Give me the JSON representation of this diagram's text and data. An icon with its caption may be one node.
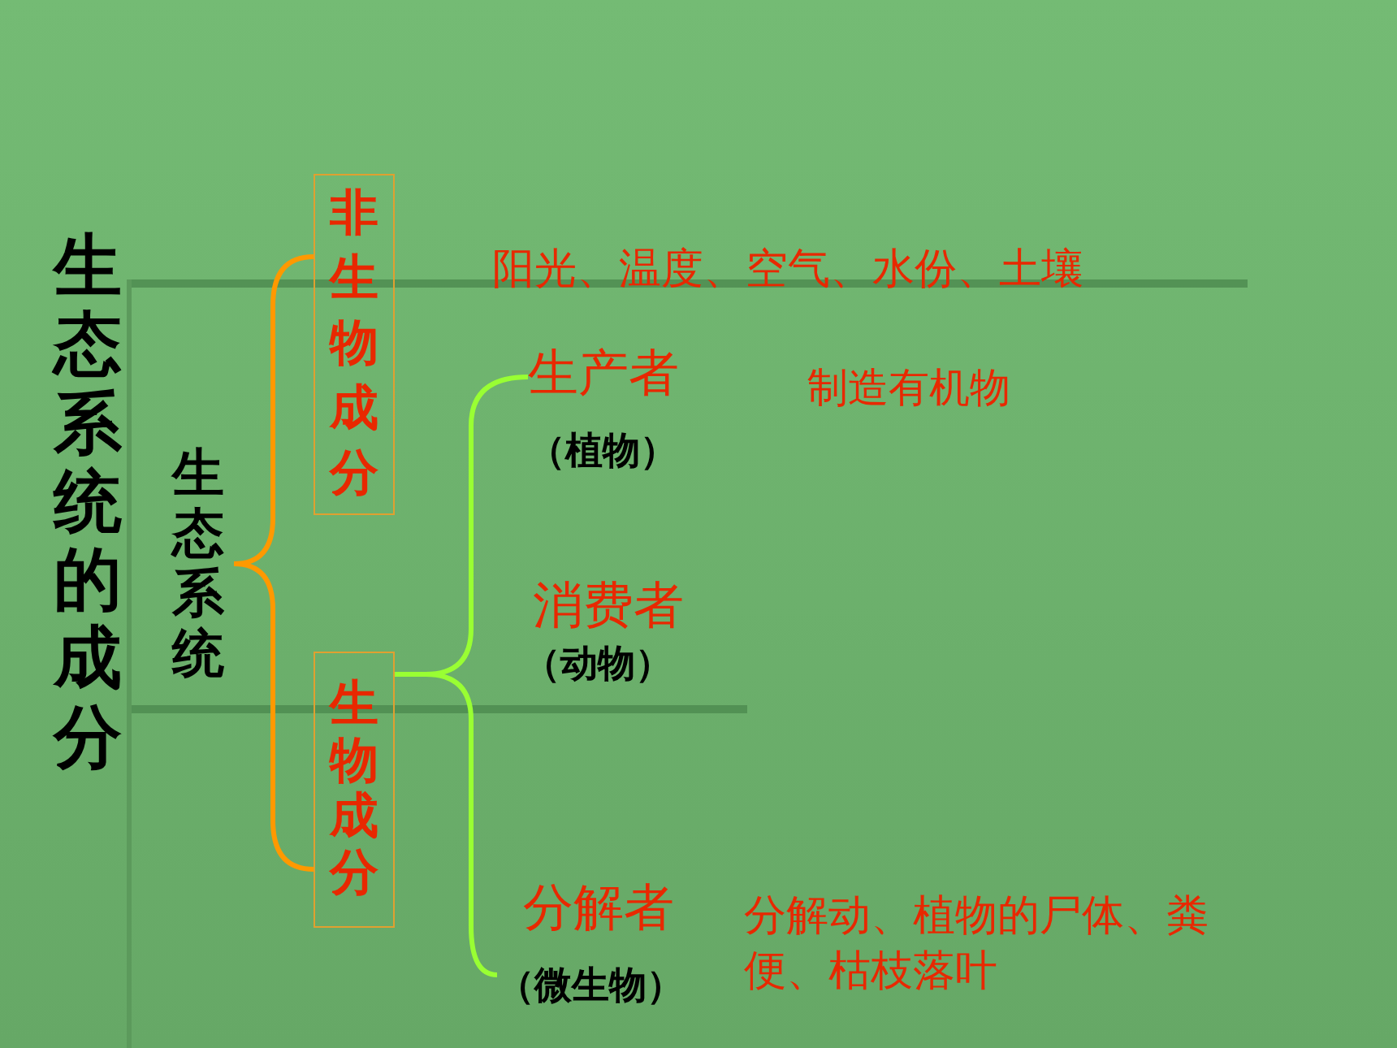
{
  "diagram": {
    "title": "生态系统的成分",
    "nodes": [
      {
        "text": [
          "生态系统"
        ]
      },
      {
        "text": [
          "非生物成分"
        ]
      },
      {
        "text": [
          "生物成分"
        ]
      },
      {
        "text": [
          "生产者",
          "（植物）"
        ]
      },
      {
        "text": [
          "消费者",
          "（动物）"
        ]
      },
      {
        "text": [
          "分解者",
          "（微生物）"
        ]
      }
    ],
    "edges": [
      {
        "from": 0,
        "to": 1,
        "arrow": "none",
        "color": "#ff9900"
      },
      {
        "from": 0,
        "to": 2,
        "arrow": "none",
        "color": "#ff9900"
      },
      {
        "from": 2,
        "to": 3,
        "arrow": "none",
        "color": "#99ff33"
      },
      {
        "from": 2,
        "to": 5,
        "arrow": "none",
        "color": "#99ff33"
      }
    ],
    "labels": [
      "阳光、温度、空气、水份、土壤",
      "制造有机物",
      "分解动、植物的尸体、粪便、枯枝落叶"
    ]
  }
}
